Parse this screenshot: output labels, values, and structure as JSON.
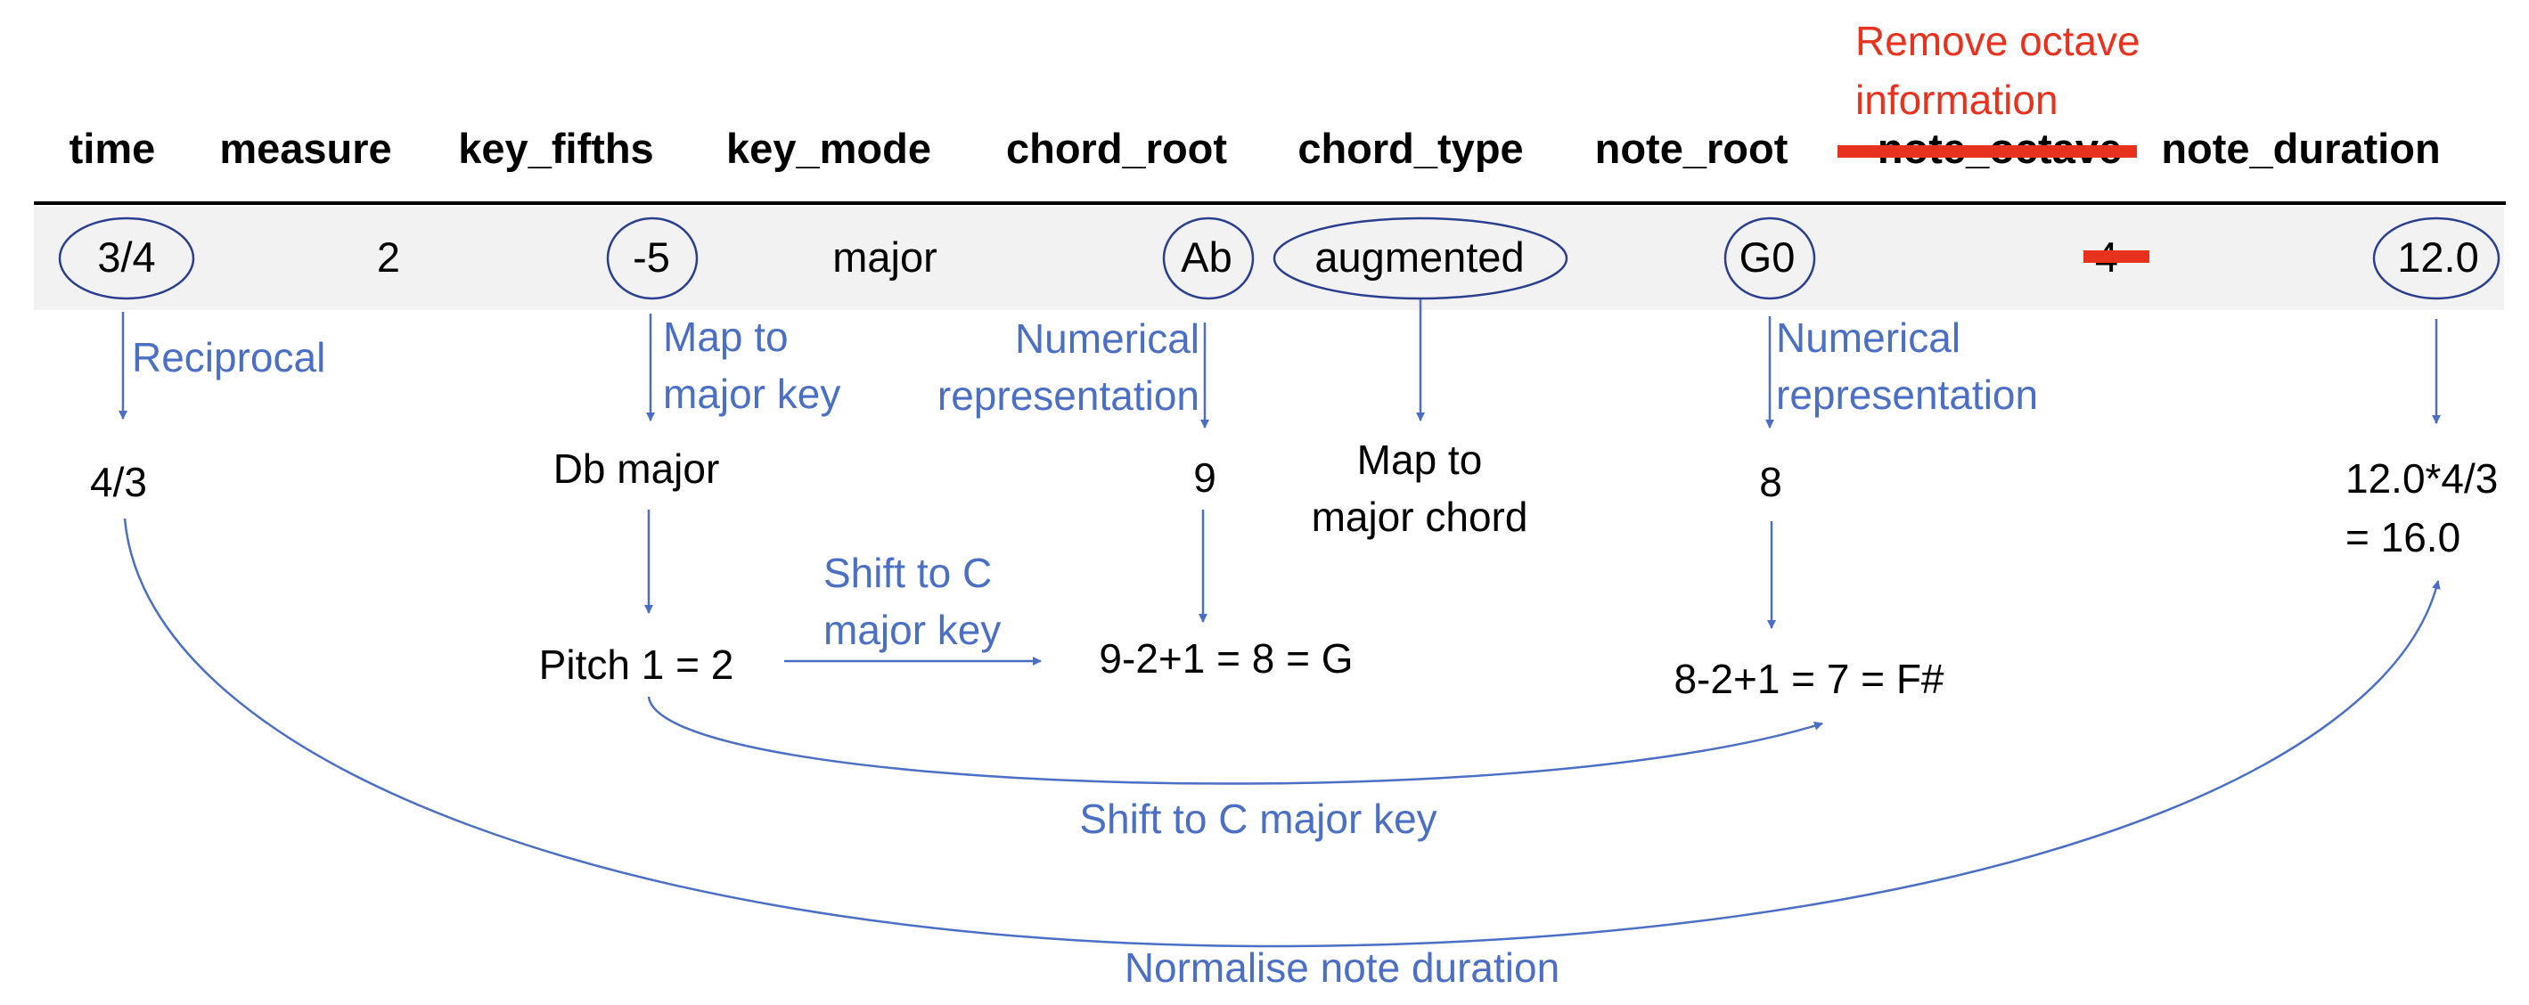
{
  "colors": {
    "text": "#000000",
    "annotation": "#4a6fc5",
    "highlight": "#e8321e",
    "row_background": "#f2f2f2",
    "rule": "#000000"
  },
  "table": {
    "headers": {
      "time": "time",
      "measure": "measure",
      "key_fifths": "key_fifths",
      "key_mode": "key_mode",
      "chord_root": "chord_root",
      "chord_type": "chord_type",
      "note_root": "note_root",
      "note_octave": "note_octave",
      "note_duration": "note_duration"
    },
    "row": {
      "time": "3/4",
      "measure": "2",
      "key_fifths": "-5",
      "key_mode": "major",
      "chord_root": "Ab",
      "chord_type": "augmented",
      "note_root": "G0",
      "note_octave": "4",
      "note_duration": "12.0"
    }
  },
  "annotations": {
    "remove_octave": [
      "Remove octave",
      "information"
    ],
    "reciprocal": "Reciprocal",
    "map_major_key": [
      "Map to",
      "major key"
    ],
    "chord_numerical": [
      "Numerical",
      "representation"
    ],
    "note_numerical": [
      "Numerical",
      "representation"
    ],
    "shift_c_short": [
      "Shift to C",
      "major key"
    ],
    "shift_c_long": "Shift to C major key",
    "normalise": "Normalise note duration"
  },
  "results": {
    "time": "4/3",
    "key": "Db major",
    "chord_root": "9",
    "chord_type": [
      "Map to",
      "major chord"
    ],
    "note_root": "8",
    "duration": [
      "12.0*4/3",
      "= 16.0"
    ],
    "pitch": "Pitch 1 = 2",
    "chord_shift": "9-2+1 = 8 = G",
    "note_shift": "8-2+1 = 7 = F#"
  }
}
